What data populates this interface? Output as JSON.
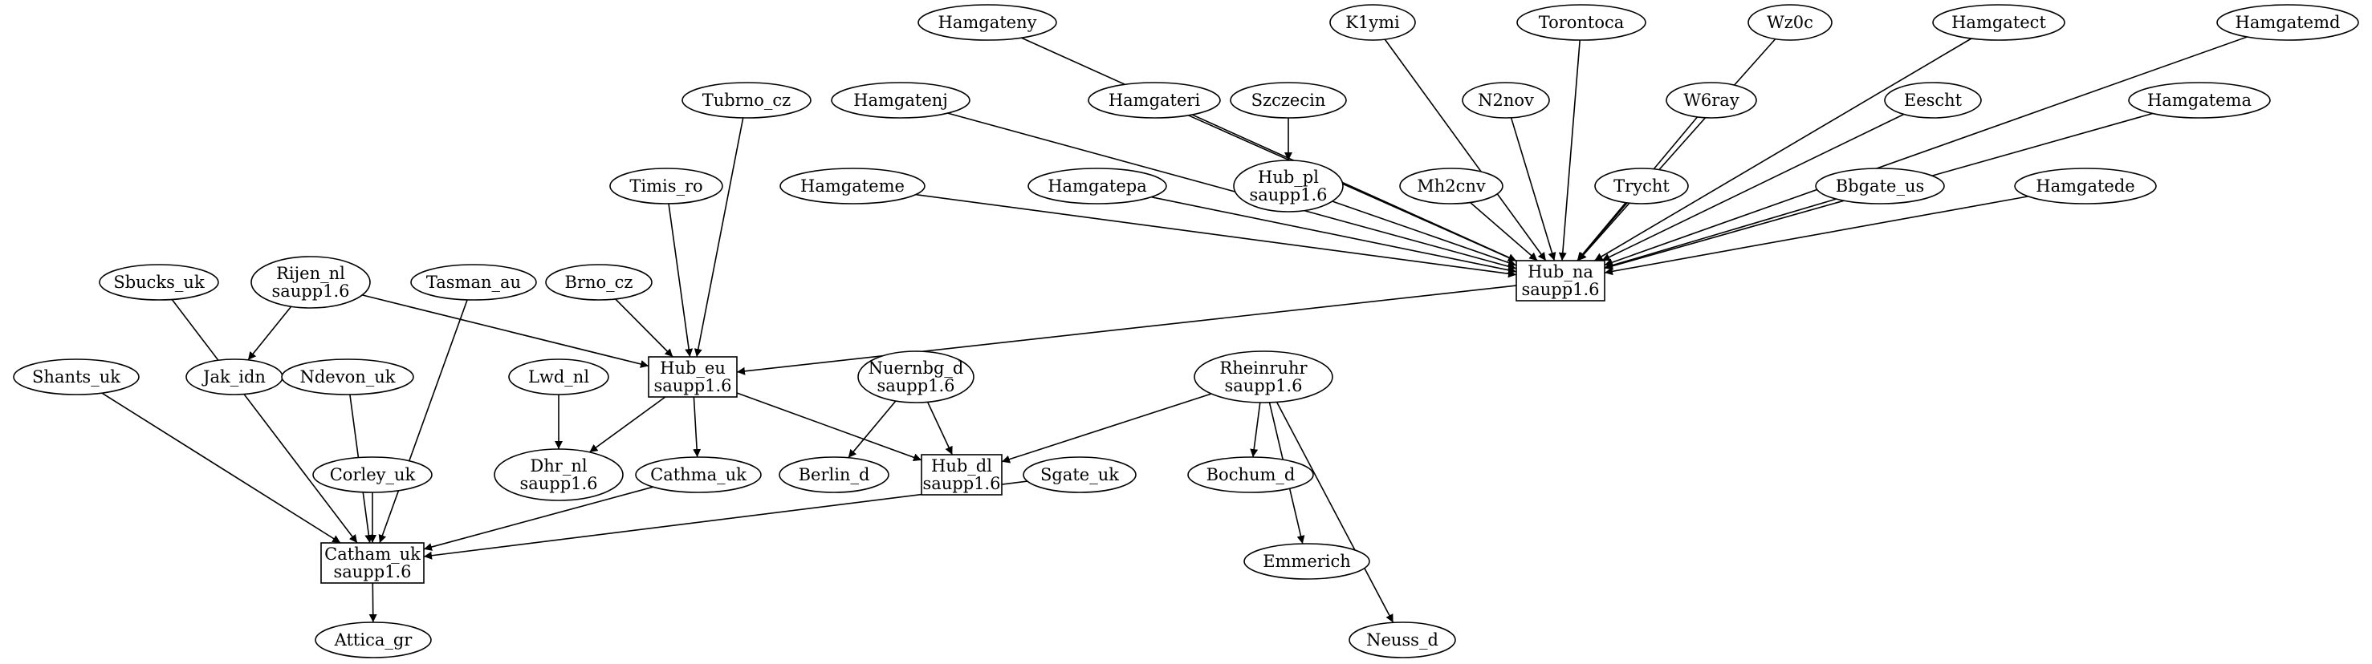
{
  "graph": {
    "nodes": [
      {
        "id": "hamgateny",
        "lines": [
          "Hamgateny"
        ],
        "shape": "ellipse"
      },
      {
        "id": "k1ymi",
        "lines": [
          "K1ymi"
        ],
        "shape": "ellipse"
      },
      {
        "id": "torontoca",
        "lines": [
          "Torontoca"
        ],
        "shape": "ellipse"
      },
      {
        "id": "wz0c",
        "lines": [
          "Wz0c"
        ],
        "shape": "ellipse"
      },
      {
        "id": "hamgatect",
        "lines": [
          "Hamgatect"
        ],
        "shape": "ellipse"
      },
      {
        "id": "hamgatemd",
        "lines": [
          "Hamgatemd"
        ],
        "shape": "ellipse"
      },
      {
        "id": "tubrno_cz",
        "lines": [
          "Tubrno_cz"
        ],
        "shape": "ellipse"
      },
      {
        "id": "hamgatenj",
        "lines": [
          "Hamgatenj"
        ],
        "shape": "ellipse"
      },
      {
        "id": "hamgateri",
        "lines": [
          "Hamgateri"
        ],
        "shape": "ellipse"
      },
      {
        "id": "szczecin",
        "lines": [
          "Szczecin"
        ],
        "shape": "ellipse"
      },
      {
        "id": "n2nov",
        "lines": [
          "N2nov"
        ],
        "shape": "ellipse"
      },
      {
        "id": "w6ray",
        "lines": [
          "W6ray"
        ],
        "shape": "ellipse"
      },
      {
        "id": "eescht",
        "lines": [
          "Eescht"
        ],
        "shape": "ellipse"
      },
      {
        "id": "hamgatema",
        "lines": [
          "Hamgatema"
        ],
        "shape": "ellipse"
      },
      {
        "id": "timis_ro",
        "lines": [
          "Timis_ro"
        ],
        "shape": "ellipse"
      },
      {
        "id": "hamgateme",
        "lines": [
          "Hamgateme"
        ],
        "shape": "ellipse"
      },
      {
        "id": "hamgatepa",
        "lines": [
          "Hamgatepa"
        ],
        "shape": "ellipse"
      },
      {
        "id": "hub_pl",
        "lines": [
          "Hub_pl",
          "saupp1.6"
        ],
        "shape": "ellipse"
      },
      {
        "id": "mh2cnv",
        "lines": [
          "Mh2cnv"
        ],
        "shape": "ellipse"
      },
      {
        "id": "trycht",
        "lines": [
          "Trycht"
        ],
        "shape": "ellipse"
      },
      {
        "id": "bbgate_us",
        "lines": [
          "Bbgate_us"
        ],
        "shape": "ellipse"
      },
      {
        "id": "hamgatede",
        "lines": [
          "Hamgatede"
        ],
        "shape": "ellipse"
      },
      {
        "id": "sbucks_uk",
        "lines": [
          "Sbucks_uk"
        ],
        "shape": "ellipse"
      },
      {
        "id": "rijen_nl",
        "lines": [
          "Rijen_nl",
          "saupp1.6"
        ],
        "shape": "ellipse"
      },
      {
        "id": "tasman_au",
        "lines": [
          "Tasman_au"
        ],
        "shape": "ellipse"
      },
      {
        "id": "brno_cz",
        "lines": [
          "Brno_cz"
        ],
        "shape": "ellipse"
      },
      {
        "id": "hub_na",
        "lines": [
          "Hub_na",
          "saupp1.6"
        ],
        "shape": "box"
      },
      {
        "id": "shants_uk",
        "lines": [
          "Shants_uk"
        ],
        "shape": "ellipse"
      },
      {
        "id": "jak_idn",
        "lines": [
          "Jak_idn"
        ],
        "shape": "ellipse"
      },
      {
        "id": "ndevon_uk",
        "lines": [
          "Ndevon_uk"
        ],
        "shape": "ellipse"
      },
      {
        "id": "lwd_nl",
        "lines": [
          "Lwd_nl"
        ],
        "shape": "ellipse"
      },
      {
        "id": "hub_eu",
        "lines": [
          "Hub_eu",
          "saupp1.6"
        ],
        "shape": "box"
      },
      {
        "id": "nuernbg_d",
        "lines": [
          "Nuernbg_d",
          "saupp1.6"
        ],
        "shape": "ellipse"
      },
      {
        "id": "rheinruhr",
        "lines": [
          "Rheinruhr",
          "saupp1.6"
        ],
        "shape": "ellipse"
      },
      {
        "id": "corley_uk",
        "lines": [
          "Corley_uk"
        ],
        "shape": "ellipse"
      },
      {
        "id": "dhr_nl",
        "lines": [
          "Dhr_nl",
          "saupp1.6"
        ],
        "shape": "ellipse"
      },
      {
        "id": "cathma_uk",
        "lines": [
          "Cathma_uk"
        ],
        "shape": "ellipse"
      },
      {
        "id": "berlin_d",
        "lines": [
          "Berlin_d"
        ],
        "shape": "ellipse"
      },
      {
        "id": "hub_dl",
        "lines": [
          "Hub_dl",
          "saupp1.6"
        ],
        "shape": "box"
      },
      {
        "id": "sgate_uk",
        "lines": [
          "Sgate_uk"
        ],
        "shape": "ellipse"
      },
      {
        "id": "bochum_d",
        "lines": [
          "Bochum_d"
        ],
        "shape": "ellipse"
      },
      {
        "id": "catham_uk",
        "lines": [
          "Catham_uk",
          "saupp1.6"
        ],
        "shape": "box"
      },
      {
        "id": "emmerich",
        "lines": [
          "Emmerich"
        ],
        "shape": "ellipse"
      },
      {
        "id": "attica_gr",
        "lines": [
          "Attica_gr"
        ],
        "shape": "ellipse"
      },
      {
        "id": "neuss_d",
        "lines": [
          "Neuss_d"
        ],
        "shape": "ellipse"
      }
    ],
    "edges": [
      {
        "from": "hamgateny",
        "to": "hub_na"
      },
      {
        "from": "k1ymi",
        "to": "hub_na"
      },
      {
        "from": "torontoca",
        "to": "hub_na"
      },
      {
        "from": "wz0c",
        "to": "hub_na"
      },
      {
        "from": "hamgatect",
        "to": "hub_na"
      },
      {
        "from": "hamgatemd",
        "to": "hub_na"
      },
      {
        "from": "hamgatenj",
        "to": "hub_na"
      },
      {
        "from": "hamgateri",
        "to": "hub_na"
      },
      {
        "from": "n2nov",
        "to": "hub_na"
      },
      {
        "from": "w6ray",
        "to": "hub_na"
      },
      {
        "from": "eescht",
        "to": "hub_na"
      },
      {
        "from": "hamgatema",
        "to": "hub_na"
      },
      {
        "from": "hamgateme",
        "to": "hub_na"
      },
      {
        "from": "hamgatepa",
        "to": "hub_na"
      },
      {
        "from": "hub_pl",
        "to": "hub_na"
      },
      {
        "from": "mh2cnv",
        "to": "hub_na"
      },
      {
        "from": "trycht",
        "to": "hub_na"
      },
      {
        "from": "bbgate_us",
        "to": "hub_na"
      },
      {
        "from": "hamgatede",
        "to": "hub_na"
      },
      {
        "from": "szczecin",
        "to": "hub_pl"
      },
      {
        "from": "tubrno_cz",
        "to": "hub_eu"
      },
      {
        "from": "timis_ro",
        "to": "hub_eu"
      },
      {
        "from": "brno_cz",
        "to": "hub_eu"
      },
      {
        "from": "rijen_nl",
        "to": "hub_eu"
      },
      {
        "from": "hub_na",
        "to": "hub_eu"
      },
      {
        "from": "rijen_nl",
        "to": "jak_idn"
      },
      {
        "from": "lwd_nl",
        "to": "dhr_nl"
      },
      {
        "from": "hub_eu",
        "to": "dhr_nl"
      },
      {
        "from": "hub_eu",
        "to": "cathma_uk"
      },
      {
        "from": "hub_eu",
        "to": "hub_dl"
      },
      {
        "from": "nuernbg_d",
        "to": "berlin_d"
      },
      {
        "from": "nuernbg_d",
        "to": "hub_dl"
      },
      {
        "from": "rheinruhr",
        "to": "hub_dl"
      },
      {
        "from": "rheinruhr",
        "to": "bochum_d"
      },
      {
        "from": "rheinruhr",
        "to": "emmerich"
      },
      {
        "from": "rheinruhr",
        "to": "neuss_d"
      },
      {
        "from": "shants_uk",
        "to": "catham_uk"
      },
      {
        "from": "sbucks_uk",
        "to": "catham_uk"
      },
      {
        "from": "ndevon_uk",
        "to": "catham_uk"
      },
      {
        "from": "corley_uk",
        "to": "catham_uk"
      },
      {
        "from": "tasman_au",
        "to": "catham_uk"
      },
      {
        "from": "cathma_uk",
        "to": "catham_uk"
      },
      {
        "from": "sgate_uk",
        "to": "catham_uk"
      },
      {
        "from": "catham_uk",
        "to": "attica_gr"
      }
    ]
  }
}
